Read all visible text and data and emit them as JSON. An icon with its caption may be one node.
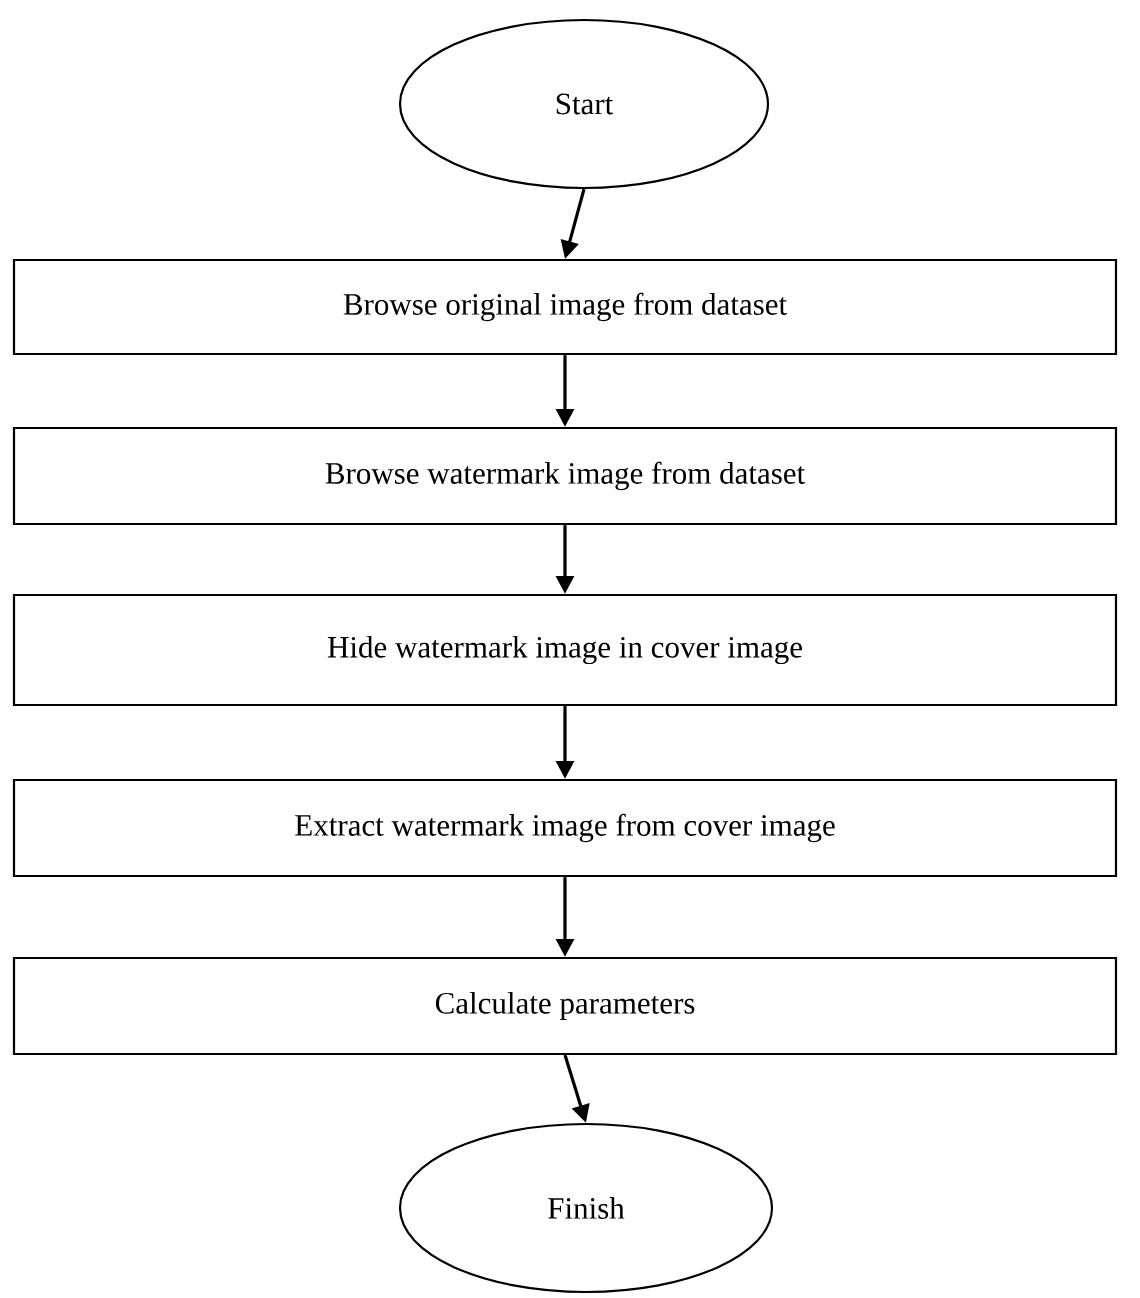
{
  "diagram": {
    "nodes": [
      {
        "text": [
          "Start"
        ]
      },
      {
        "text": [
          "Browse original image from dataset"
        ]
      },
      {
        "text": [
          "Browse watermark image from dataset"
        ]
      },
      {
        "text": [
          "Hide watermark image in cover image"
        ]
      },
      {
        "text": [
          "Extract watermark image from cover image"
        ]
      },
      {
        "text": [
          "Calculate parameters"
        ]
      },
      {
        "text": [
          "Finish"
        ]
      }
    ],
    "edges": [
      {
        "from": 0,
        "to": 1,
        "arrow": "to"
      },
      {
        "from": 1,
        "to": 2,
        "arrow": "to"
      },
      {
        "from": 2,
        "to": 3,
        "arrow": "to"
      },
      {
        "from": 3,
        "to": 4,
        "arrow": "to"
      },
      {
        "from": 4,
        "to": 5,
        "arrow": "to"
      },
      {
        "from": 5,
        "to": 6,
        "arrow": "to"
      }
    ]
  }
}
